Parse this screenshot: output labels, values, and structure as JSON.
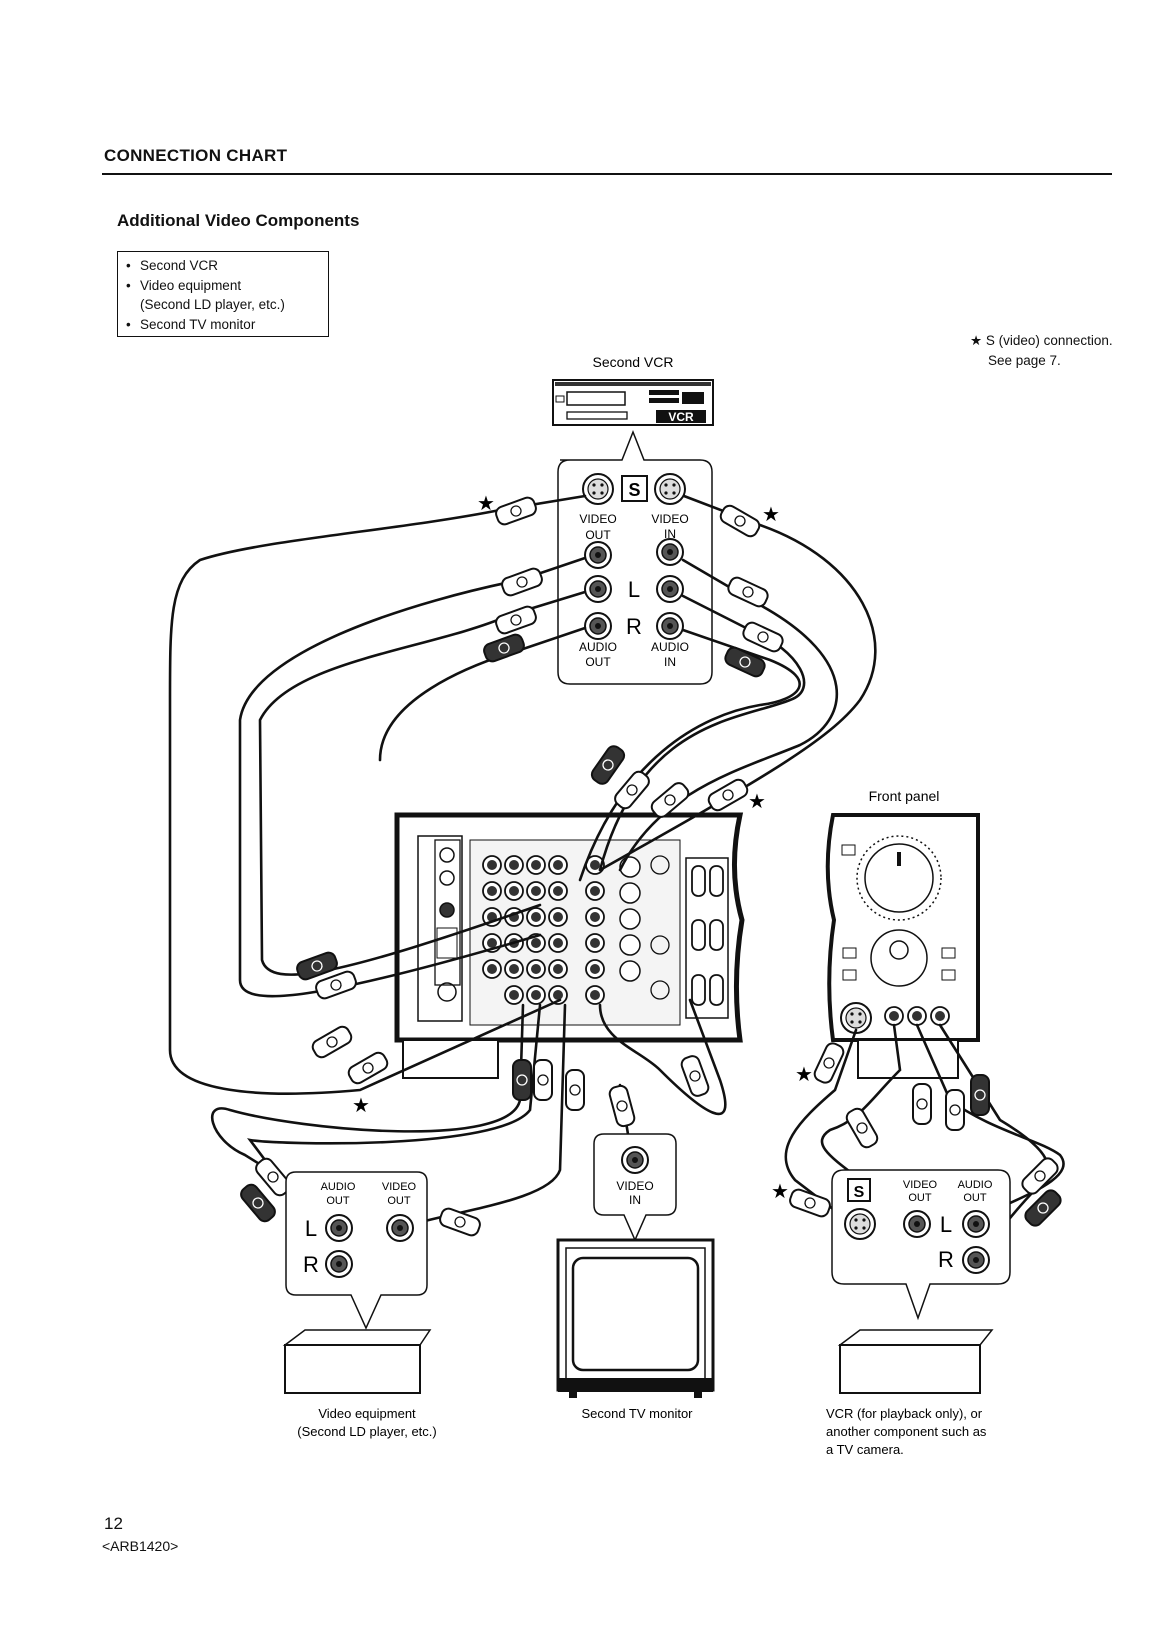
{
  "header": {
    "section_title": "CONNECTION CHART",
    "subtitle": "Additional Video Components"
  },
  "components_list": [
    "Second VCR",
    "Video equipment",
    "(Second LD player, etc.)",
    "Second TV monitor"
  ],
  "star_note": {
    "line1": "★ S (video) connection.",
    "line2": "See page 7."
  },
  "second_vcr": {
    "title": "Second VCR",
    "badge": "VCR",
    "s_mark": "S",
    "video_out": [
      "VIDEO",
      "OUT"
    ],
    "video_in": [
      "VIDEO",
      "IN"
    ],
    "left": "L",
    "right": "R",
    "audio_out": [
      "AUDIO",
      "OUT"
    ],
    "audio_in": [
      "AUDIO",
      "IN"
    ]
  },
  "front_panel": {
    "label": "Front panel"
  },
  "video_equipment": {
    "audio_out": [
      "AUDIO",
      "OUT"
    ],
    "video_out": [
      "VIDEO",
      "OUT"
    ],
    "left": "L",
    "right": "R",
    "caption": [
      "Video equipment",
      "(Second LD player, etc.)"
    ]
  },
  "tv_monitor": {
    "video_in": [
      "VIDEO",
      "IN"
    ],
    "caption": "Second TV monitor"
  },
  "playback_vcr": {
    "s_mark": "S",
    "video_out": [
      "VIDEO",
      "OUT"
    ],
    "audio_out": [
      "AUDIO",
      "OUT"
    ],
    "left": "L",
    "right": "R",
    "caption": [
      "VCR (for playback only), or",
      "another component such as",
      "a TV camera."
    ]
  },
  "footer": {
    "page_number": "12",
    "doc_code": "<ARB1420>"
  }
}
